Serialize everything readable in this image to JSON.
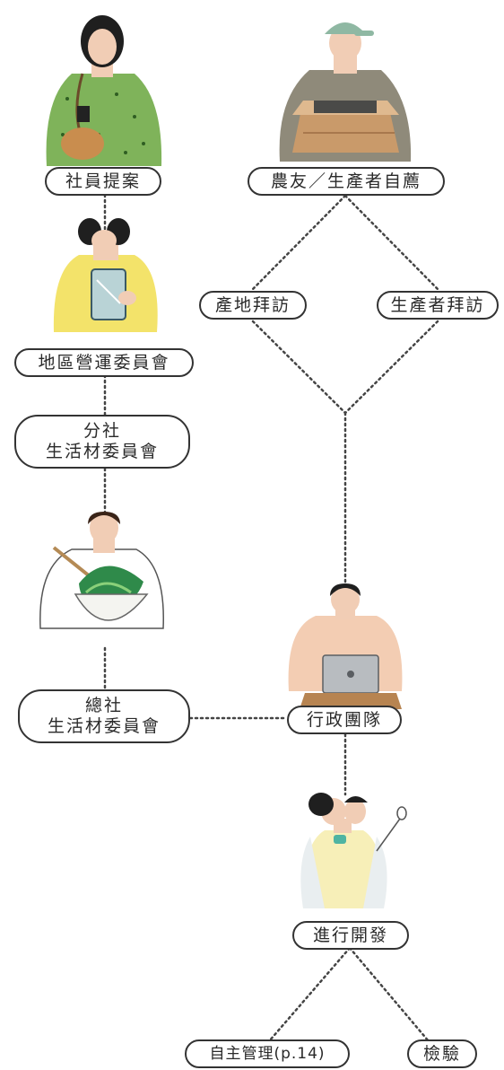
{
  "nodes": {
    "member_proposal": "社員提案",
    "farmer_recommend": "農友／生產者自薦",
    "site_visit": "產地拜訪",
    "producer_visit": "生產者拜訪",
    "district_committee": "地區營運委員會",
    "branch_committee_line1": "分社",
    "branch_committee_line2": "生活材委員會",
    "hq_committee_line1": "總社",
    "hq_committee_line2": "生活材委員會",
    "admin_team": "行政團隊",
    "development": "進行開發",
    "self_management": "自主管理(p.14)",
    "inspection": "檢驗"
  },
  "colors": {
    "line": "#444444",
    "node_border": "#333333",
    "green_sweater": "#7fb35a",
    "yellow_shirt": "#f3e36a",
    "farmer_shirt": "#8f8a7a",
    "box": "#c99a6a",
    "skin": "#f1cdb5"
  }
}
